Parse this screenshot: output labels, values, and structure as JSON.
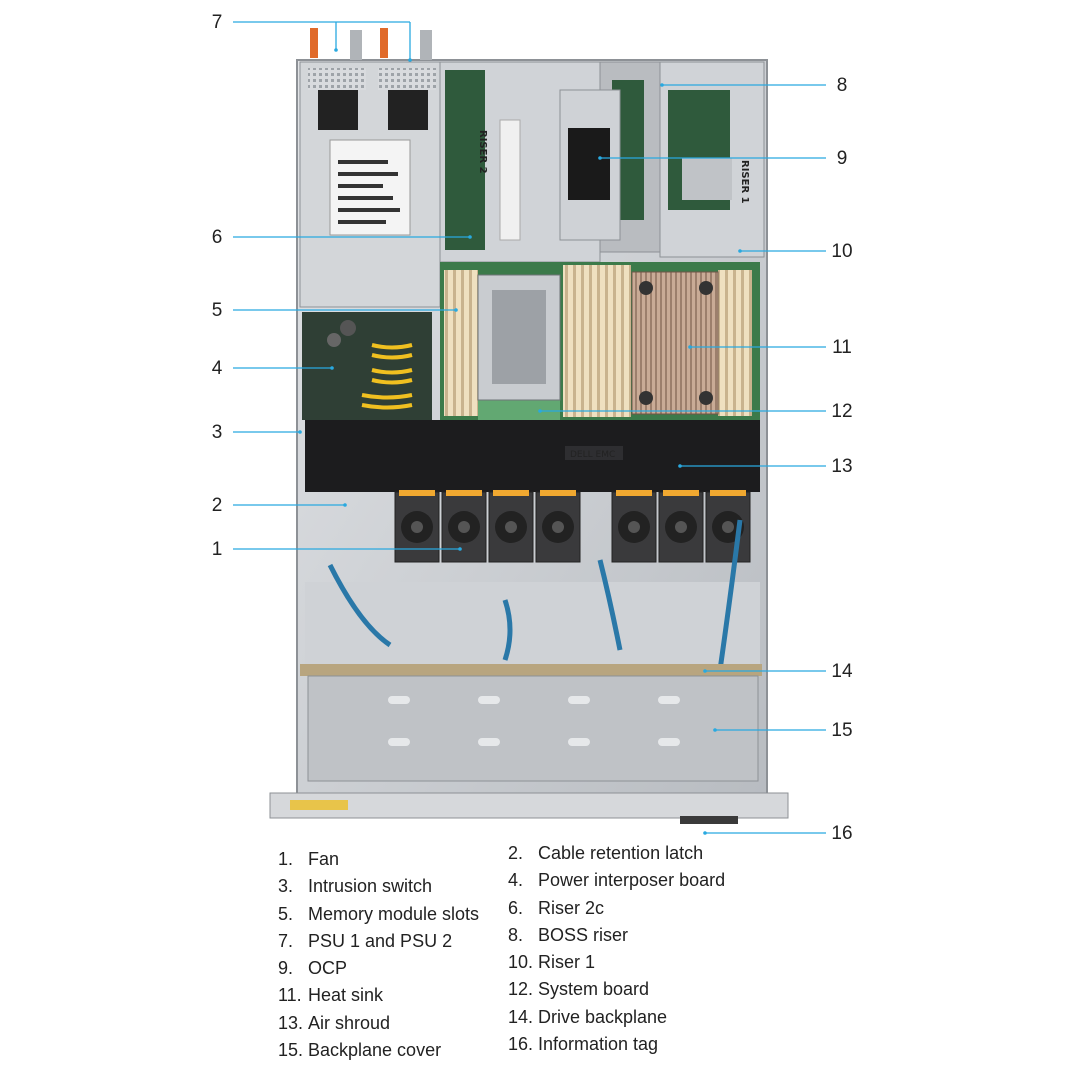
{
  "callouts": [
    {
      "num": "1",
      "label": "Fan"
    },
    {
      "num": "2",
      "label": "Cable retention latch"
    },
    {
      "num": "3",
      "label": "Intrusion switch"
    },
    {
      "num": "4",
      "label": "Power interposer board"
    },
    {
      "num": "5",
      "label": "Memory module slots"
    },
    {
      "num": "6",
      "label": "Riser 2c"
    },
    {
      "num": "7",
      "label": "PSU 1 and PSU 2"
    },
    {
      "num": "8",
      "label": "BOSS riser"
    },
    {
      "num": "9",
      "label": "OCP"
    },
    {
      "num": "10",
      "label": "Riser 1"
    },
    {
      "num": "11",
      "label": "Heat sink"
    },
    {
      "num": "12",
      "label": "System board"
    },
    {
      "num": "13",
      "label": "Air shroud"
    },
    {
      "num": "14",
      "label": "Drive backplane"
    },
    {
      "num": "15",
      "label": "Backplane cover"
    },
    {
      "num": "16",
      "label": "Information tag"
    }
  ],
  "legend": {
    "left": [
      {
        "num": "1.",
        "label": "Fan"
      },
      {
        "num": "3.",
        "label": "Intrusion switch"
      },
      {
        "num": "5.",
        "label": "Memory module slots"
      },
      {
        "num": "7.",
        "label": "PSU 1 and PSU 2"
      },
      {
        "num": "9.",
        "label": "OCP"
      },
      {
        "num": "11.",
        "label": "Heat sink"
      },
      {
        "num": "13.",
        "label": "Air shroud"
      },
      {
        "num": "15.",
        "label": "Backplane cover"
      }
    ],
    "right": [
      {
        "num": "2.",
        "label": "Cable retention latch"
      },
      {
        "num": "4.",
        "label": "Power interposer board"
      },
      {
        "num": "6.",
        "label": "Riser 2c"
      },
      {
        "num": "8.",
        "label": "BOSS riser"
      },
      {
        "num": "10.",
        "label": "Riser 1"
      },
      {
        "num": "12.",
        "label": "System board"
      },
      {
        "num": "14.",
        "label": "Drive backplane"
      },
      {
        "num": "16.",
        "label": "Information tag"
      }
    ]
  },
  "chassis_labels": {
    "riser2": "RISER 2",
    "riser1": "RISER 1",
    "brand": "DELL EMC"
  },
  "colors": {
    "leader_line": "#29a9e0",
    "chassis_metal": "#c9ccd0",
    "air_shroud": "#1c1c1e",
    "heatsink": "#b89a86",
    "memory_slot": "#e8d6b4",
    "system_board": "#3c7a4a",
    "fan_tab": "#f0a830",
    "cable": "#2a78a8"
  }
}
